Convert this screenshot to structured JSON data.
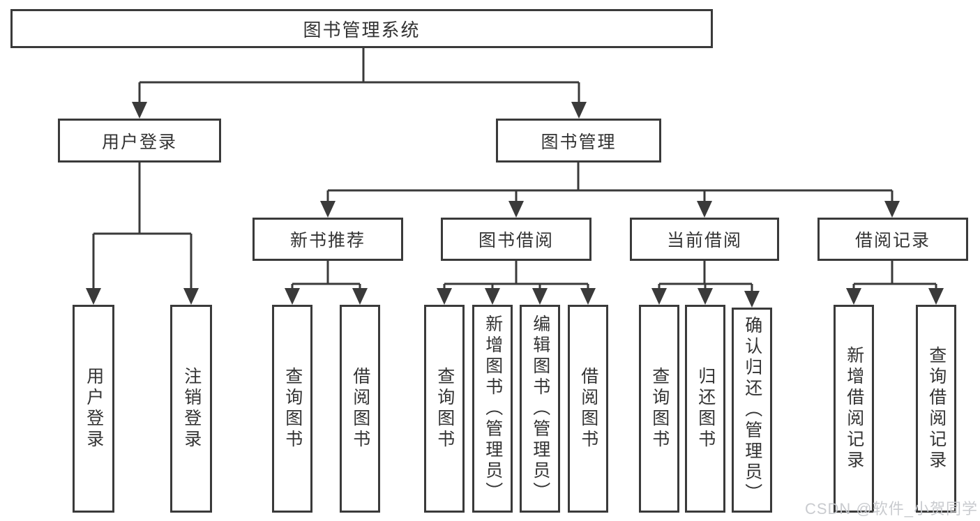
{
  "diagram_title": "图书管理系统",
  "tree": {
    "label": "图书管理系统",
    "children": [
      {
        "label": "用户登录",
        "children": [
          {
            "label": "用户登录"
          },
          {
            "label": "注销登录"
          }
        ]
      },
      {
        "label": "图书管理",
        "children": [
          {
            "label": "新书推荐",
            "children": [
              {
                "label": "查询图书"
              },
              {
                "label": "借阅图书"
              }
            ]
          },
          {
            "label": "图书借阅",
            "children": [
              {
                "label": "查询图书"
              },
              {
                "label": "新增图书（管理员）"
              },
              {
                "label": "编辑图书（管理员）"
              },
              {
                "label": "借阅图书"
              }
            ]
          },
          {
            "label": "当前借阅",
            "children": [
              {
                "label": "查询图书"
              },
              {
                "label": "归还图书"
              },
              {
                "label": "确认归还（管理员）"
              }
            ]
          },
          {
            "label": "借阅记录",
            "children": [
              {
                "label": "新增借阅记录"
              },
              {
                "label": "查询借阅记录"
              }
            ]
          }
        ]
      }
    ]
  },
  "watermark": "CSDN @软件_小贺同学",
  "colors": {
    "box_border": "#3a3a3a",
    "connector_line": "#3a3a3a",
    "text": "#333333",
    "watermark_text": "#c6c8cc",
    "background": "#ffffff"
  }
}
